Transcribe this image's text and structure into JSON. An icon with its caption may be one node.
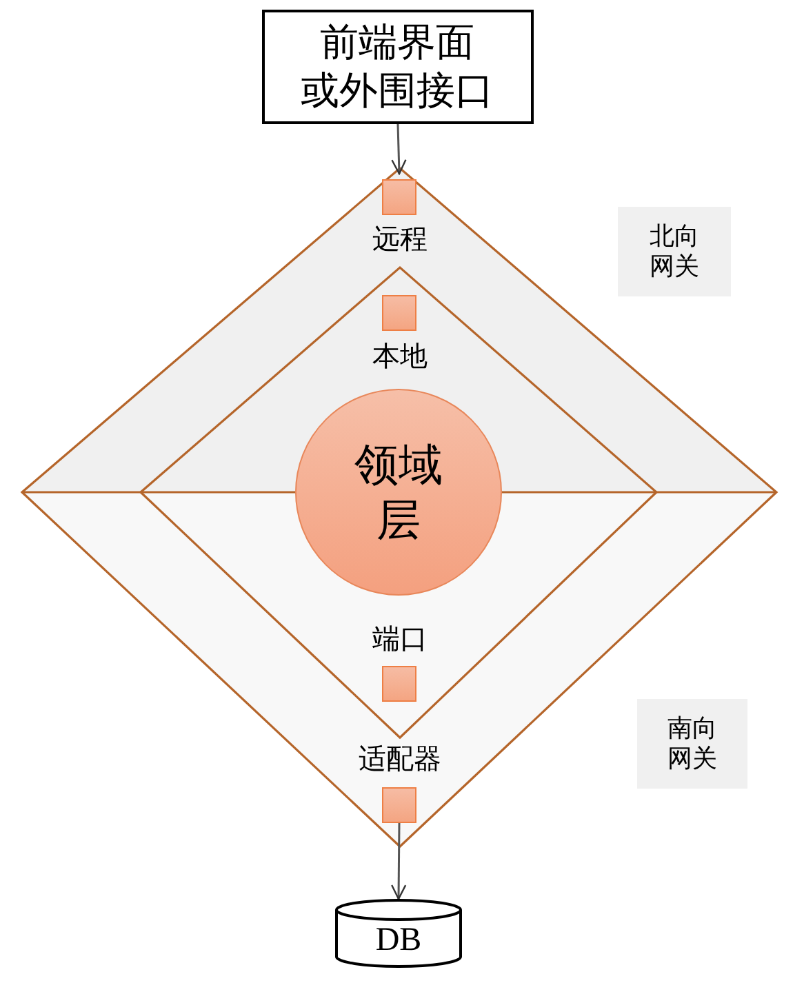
{
  "diagram": {
    "nodes": [
      {
        "text": [
          "前端界面或外围接口"
        ]
      },
      {
        "text": [],
        "shape": "box"
      },
      {
        "text": [
          "北向网关"
        ]
      },
      {
        "text": [],
        "shape": "box"
      },
      {
        "text": [
          "领域层"
        ]
      },
      {
        "text": [],
        "shape": "box"
      },
      {
        "text": [
          "南向网关"
        ]
      },
      {
        "text": [],
        "shape": "box"
      },
      {
        "text": [
          "DB"
        ]
      }
    ],
    "edges": [
      {
        "from": 0,
        "to": 1,
        "arrow": "to"
      },
      {
        "from": 7,
        "to": 8,
        "arrow": "to"
      }
    ],
    "labels": [
      "远程",
      "本地",
      "端口",
      "适配器"
    ]
  }
}
